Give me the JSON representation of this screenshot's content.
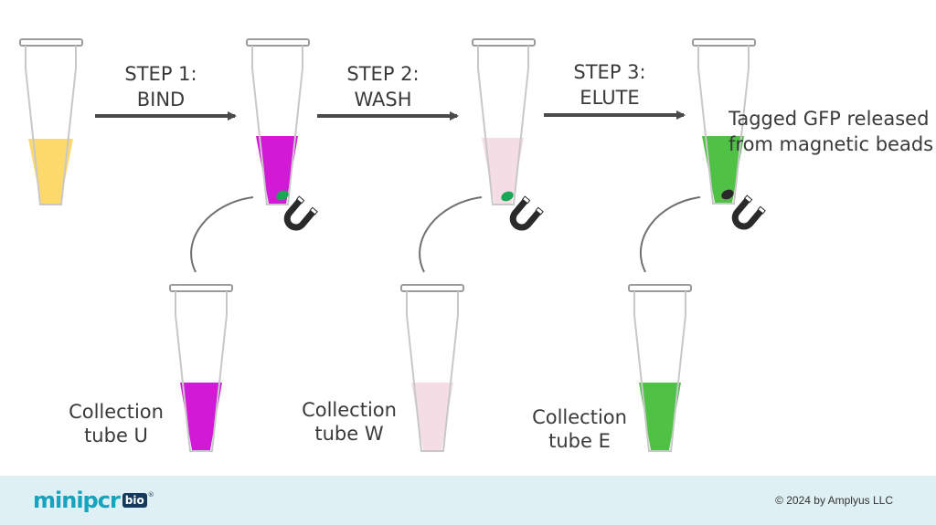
{
  "steps": [
    {
      "line1": "STEP 1:",
      "line2": "BIND"
    },
    {
      "line1": "STEP 2:",
      "line2": "WASH"
    },
    {
      "line1": "STEP 3:",
      "line2": "ELUTE"
    }
  ],
  "annotation": {
    "line1": "Tagged GFP released",
    "line2": "from magnetic beads"
  },
  "collection_tubes": [
    {
      "line1": "Collection",
      "line2": "tube U"
    },
    {
      "line1": "Collection",
      "line2": "tube W"
    },
    {
      "line1": "Collection",
      "line2": "tube E"
    }
  ],
  "colors": {
    "start_sample": "#fdd96c",
    "bind_liquid": "#d21ad6",
    "wash_liquid": "#f5dde6",
    "elute_liquid": "#4fc145",
    "beads_green": "#18a855",
    "beads_dark": "#2a2a2a",
    "arrow": "#4a4a4a",
    "magnet": "#2a2a2a"
  },
  "icons": [
    "magnet-icon",
    "arrow-right-icon",
    "pipette-transfer-curve"
  ],
  "footer": {
    "logo_text": "minipcr",
    "logo_badge": "bio",
    "logo_mark": "®",
    "copyright": "© 2024 by Amplyus LLC"
  }
}
